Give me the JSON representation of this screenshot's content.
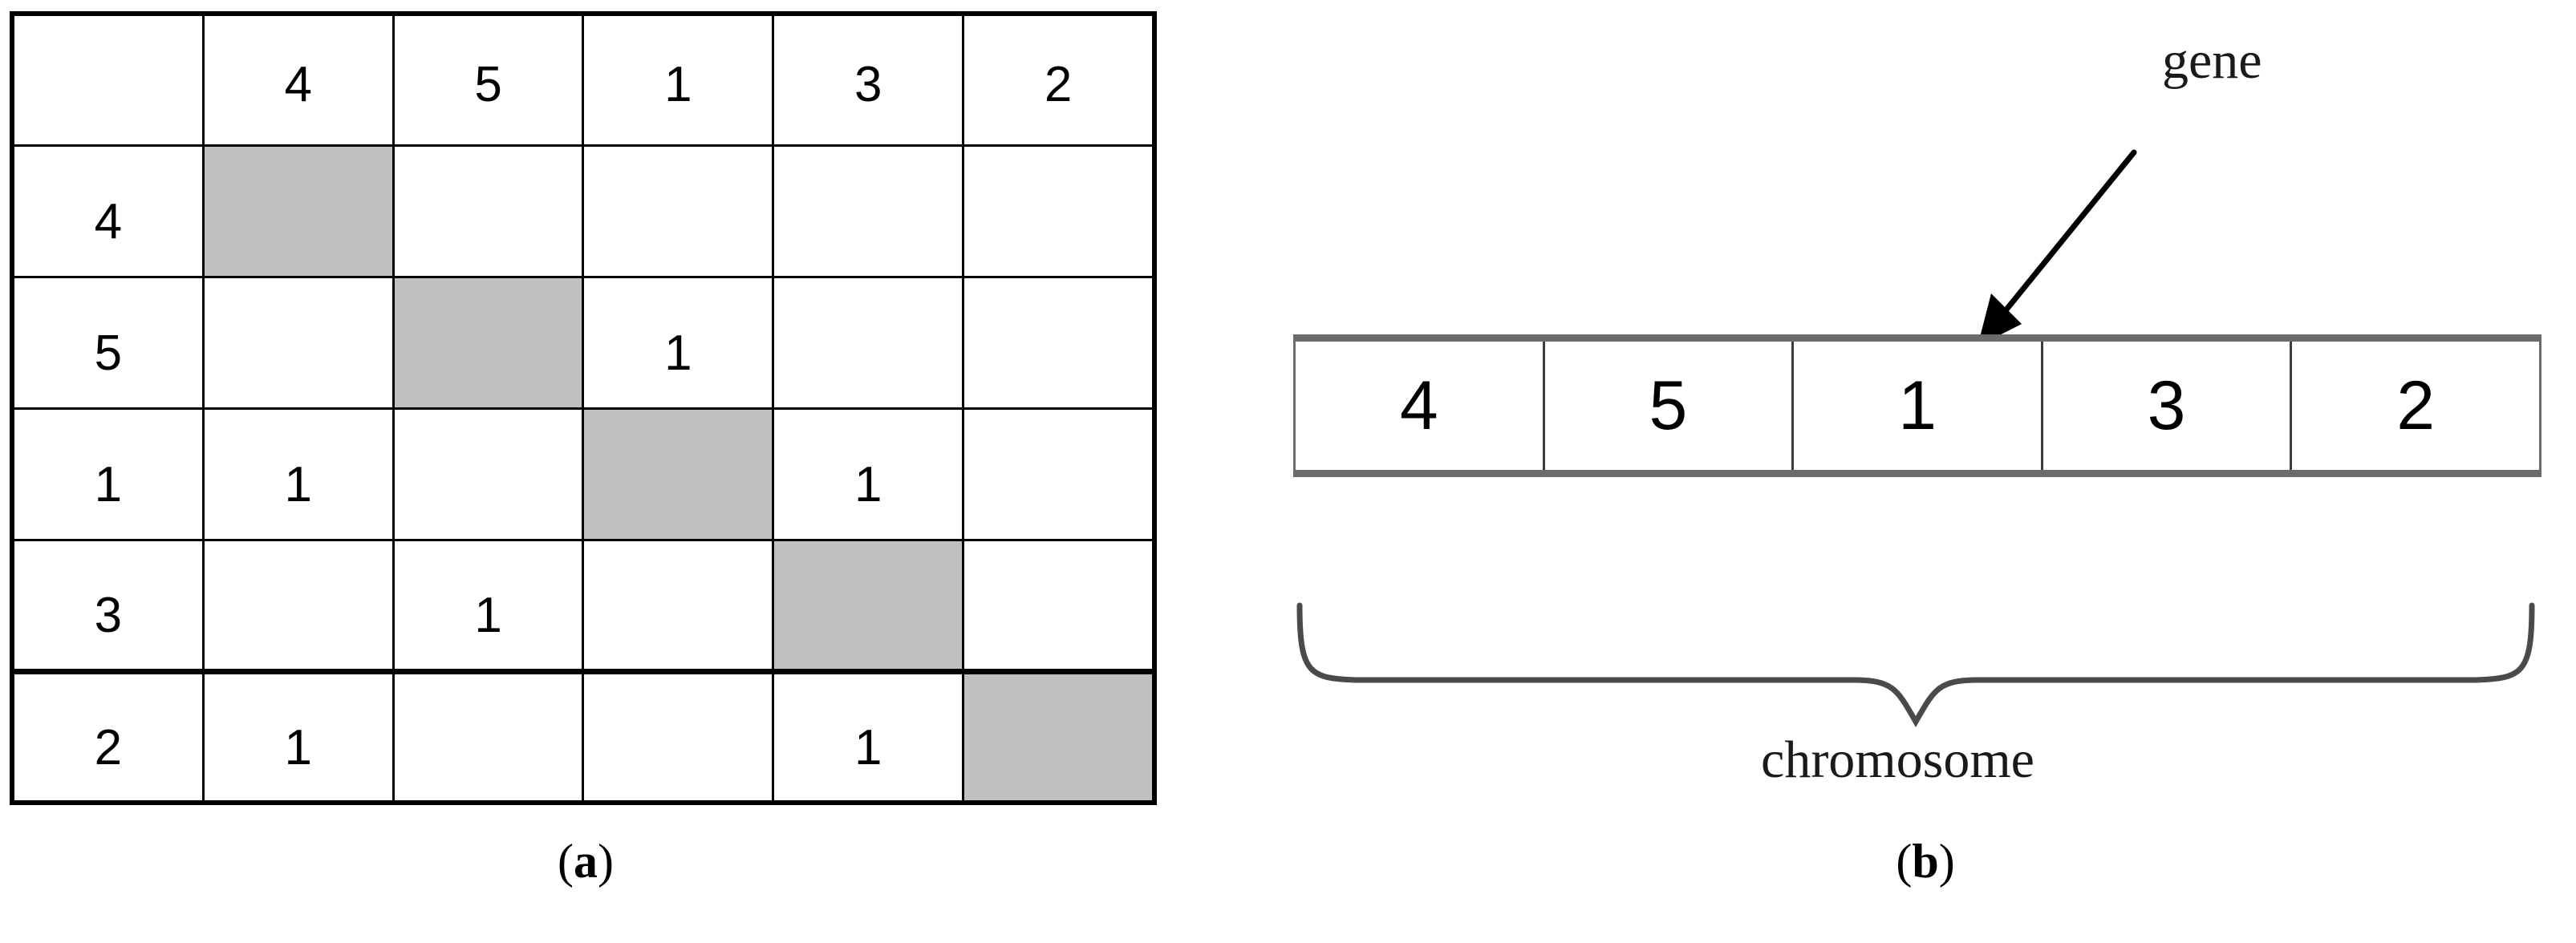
{
  "figure": {
    "panels": [
      {
        "id": "a",
        "caption_paren_open": "(",
        "caption_letter": "a",
        "caption_paren_close": ")"
      },
      {
        "id": "b",
        "caption_paren_open": "(",
        "caption_letter": "b",
        "caption_paren_close": ")"
      }
    ]
  },
  "matrix": {
    "corner_label": "",
    "column_headers": [
      "4",
      "5",
      "1",
      "3",
      "2"
    ],
    "row_headers": [
      "4",
      "5",
      "1",
      "3",
      "2"
    ],
    "diagonal_fill_color": "#c0c0c0",
    "grid_line_color": "#000000",
    "rows": [
      {
        "header": "4",
        "cells": [
          "",
          "",
          "",
          "",
          ""
        ]
      },
      {
        "header": "5",
        "cells": [
          "",
          "",
          "1",
          "",
          ""
        ]
      },
      {
        "header": "1",
        "cells": [
          "1",
          "",
          "",
          "1",
          ""
        ]
      },
      {
        "header": "3",
        "cells": [
          "",
          "1",
          "",
          "",
          ""
        ]
      },
      {
        "header": "2",
        "cells": [
          "1",
          "",
          "",
          "1",
          ""
        ]
      }
    ]
  },
  "chromosome": {
    "genes": [
      "4",
      "5",
      "1",
      "3",
      "2"
    ],
    "gene_annotation_label": "gene",
    "brace_label": "chromosome",
    "annotated_gene_index": 2,
    "outline_color": "#6b6b6b",
    "divider_color": "#3c3c3c"
  },
  "chart_data": {
    "type": "table",
    "title": "",
    "categories": [
      "4",
      "5",
      "1",
      "3",
      "2"
    ],
    "series": [
      {
        "name": "4",
        "values": [
          "",
          "",
          "",
          "",
          ""
        ]
      },
      {
        "name": "5",
        "values": [
          "",
          "",
          "1",
          "",
          ""
        ]
      },
      {
        "name": "1",
        "values": [
          "1",
          "",
          "",
          "1",
          ""
        ]
      },
      {
        "name": "3",
        "values": [
          "",
          "1",
          "",
          "",
          ""
        ]
      },
      {
        "name": "2",
        "values": [
          "1",
          "",
          "",
          "1",
          ""
        ]
      }
    ],
    "xlabel": "",
    "ylabel": "",
    "grid": true,
    "legend": "none",
    "annotations": [
      "gene",
      "chromosome",
      "(a)",
      "(b)"
    ]
  }
}
